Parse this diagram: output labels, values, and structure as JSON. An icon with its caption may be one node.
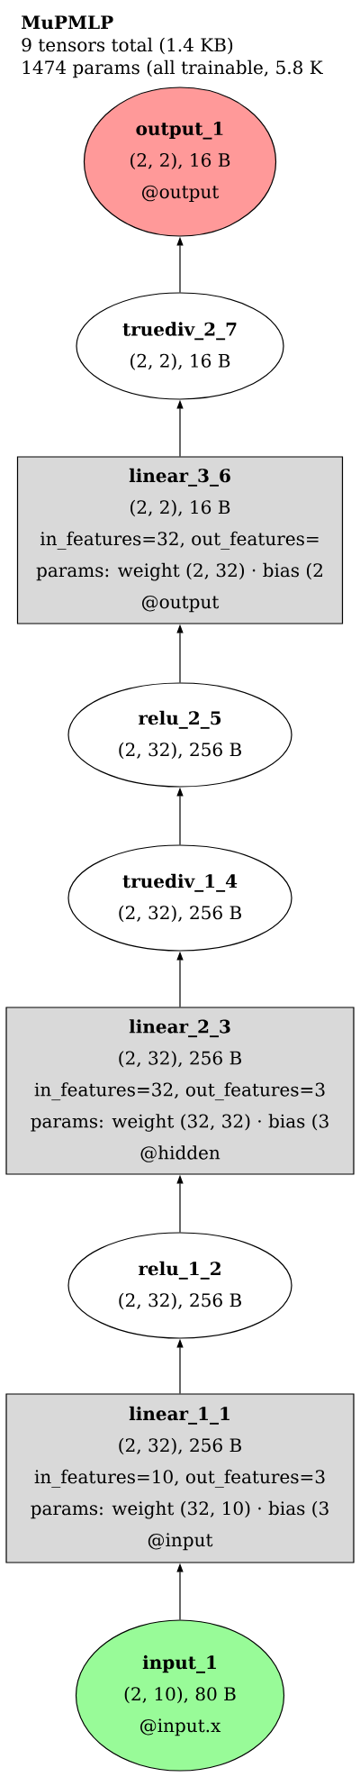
{
  "diagram": {
    "title": "MuPMLP",
    "labels": [
      "9 tensors total (1.4 KB)",
      "1474 params (all trainable, 5.8 K"
    ],
    "nodes": [
      {
        "text": [
          "output_1",
          "(2, 2), 16 B",
          "@output"
        ]
      },
      {
        "text": [
          "truediv_2_7",
          "(2, 2), 16 B"
        ]
      },
      {
        "text": [
          "linear_3_6",
          "(2, 2), 16 B",
          "in_features=32, out_features=",
          "params: weight (2, 32) · bias (2",
          "@output"
        ]
      },
      {
        "text": [
          "relu_2_5",
          "(2, 32), 256 B"
        ]
      },
      {
        "text": [
          "truediv_1_4",
          "(2, 32), 256 B"
        ]
      },
      {
        "text": [
          "linear_2_3",
          "(2, 32), 256 B",
          "in_features=32, out_features=3",
          "params: weight (32, 32) · bias (3",
          "@hidden"
        ]
      },
      {
        "text": [
          "relu_1_2",
          "(2, 32), 256 B"
        ]
      },
      {
        "text": [
          "linear_1_1",
          "(2, 32), 256 B",
          "in_features=10, out_features=3",
          "params: weight (32, 10) · bias (3",
          "@input"
        ]
      },
      {
        "text": [
          "input_1",
          "(2, 10), 80 B",
          "@input.x"
        ]
      }
    ],
    "edges": [
      {
        "from": 8,
        "to": 7,
        "arrow": "to"
      },
      {
        "from": 7,
        "to": 6,
        "arrow": "to"
      },
      {
        "from": 6,
        "to": 5,
        "arrow": "to"
      },
      {
        "from": 5,
        "to": 4,
        "arrow": "to"
      },
      {
        "from": 4,
        "to": 3,
        "arrow": "to"
      },
      {
        "from": 3,
        "to": 2,
        "arrow": "to"
      },
      {
        "from": 2,
        "to": 1,
        "arrow": "to"
      },
      {
        "from": 1,
        "to": 0,
        "arrow": "to"
      }
    ]
  }
}
